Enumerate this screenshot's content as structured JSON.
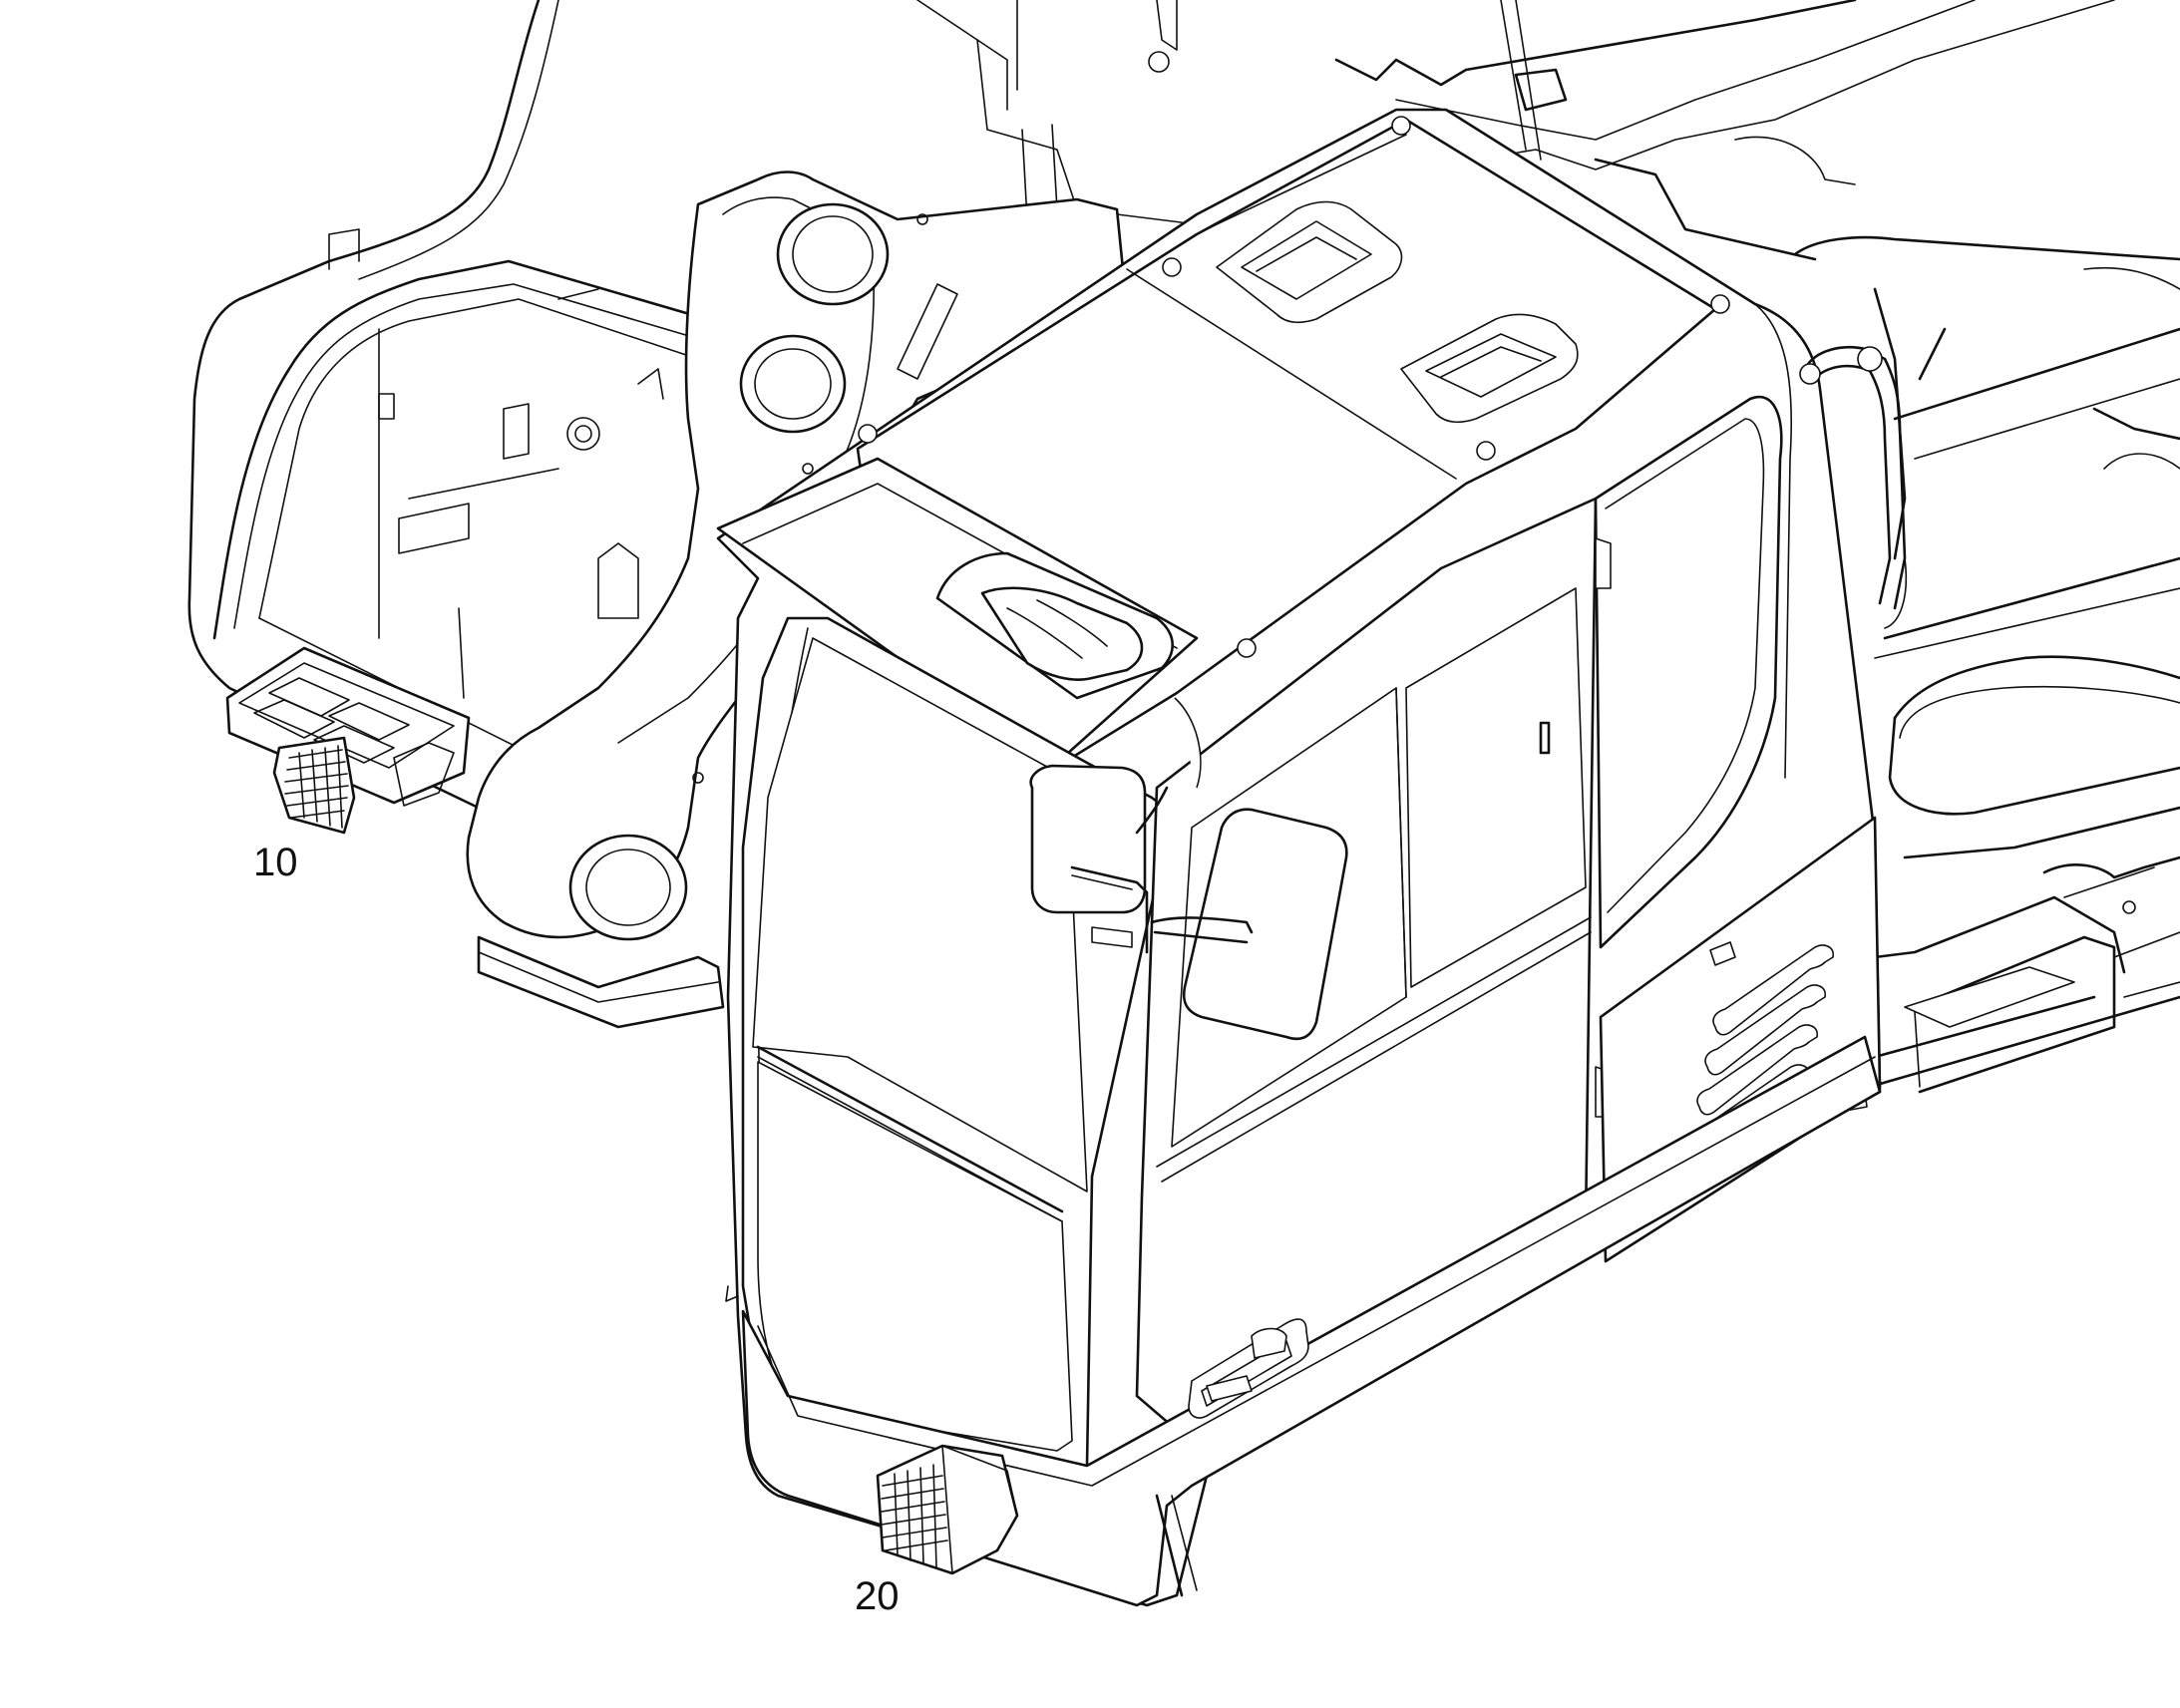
{
  "diagram": {
    "callouts": [
      {
        "id": "callout-10",
        "label": "10"
      },
      {
        "id": "callout-20",
        "label": "20"
      }
    ]
  }
}
